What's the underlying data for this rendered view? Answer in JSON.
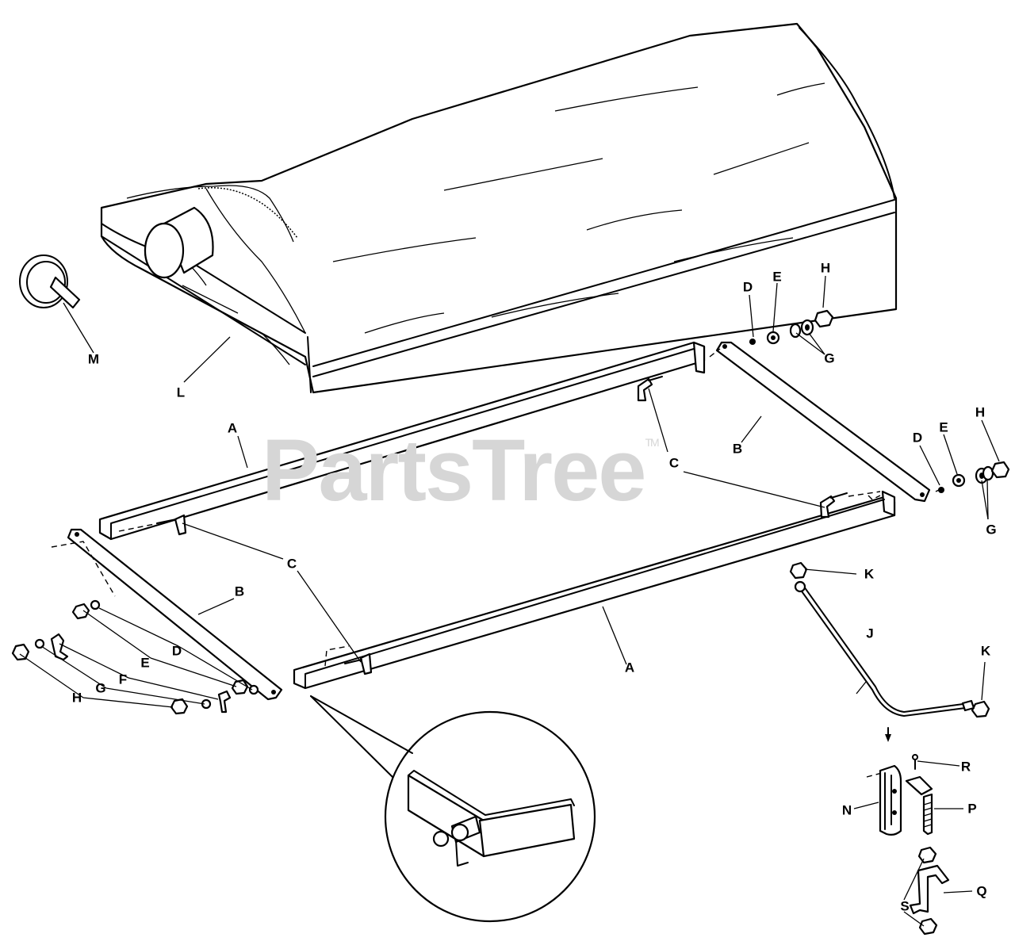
{
  "watermark": {
    "text": "PartsTree",
    "mark": "TM"
  },
  "callouts": {
    "A": "A",
    "B": "B",
    "C": "C",
    "D": "D",
    "E": "E",
    "F": "F",
    "G": "G",
    "H": "H",
    "J": "J",
    "K": "K",
    "L": "L",
    "M": "M",
    "N": "N",
    "P": "P",
    "Q": "Q",
    "R": "R",
    "S": "S"
  }
}
